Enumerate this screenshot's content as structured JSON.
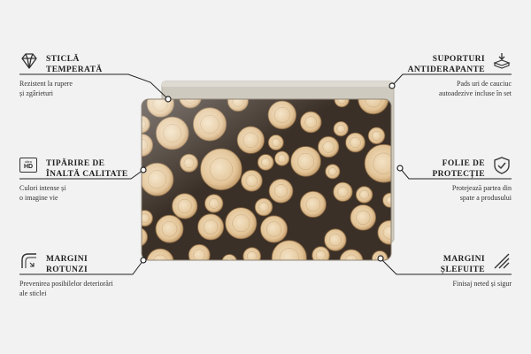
{
  "features": [
    {
      "id": "glass",
      "icon": "diamond-icon",
      "title_lines": [
        "STICLĂ",
        "TEMPERATĂ"
      ],
      "desc_lines": [
        "Rezistent la rupere",
        "și zgârieturi"
      ]
    },
    {
      "id": "print",
      "icon": "ultra-hd-icon",
      "icon_text_small": "ultra",
      "icon_text_big": "HD",
      "title_lines": [
        "TIPĂRIRE DE",
        "ÎNALTĂ CALITATE"
      ],
      "desc_lines": [
        "Culori intense și",
        "o imagine vie"
      ]
    },
    {
      "id": "edges",
      "icon": "rounded-corner-icon",
      "title_lines": [
        "MARGINI",
        "ROTUNZI"
      ],
      "desc_lines": [
        "Prevenirea posibilelor deteriorări",
        "ale sticlei"
      ]
    },
    {
      "id": "feet",
      "icon": "non-slip-feet-icon",
      "title_lines": [
        "SUPORTURI",
        "ANTIDERAPANTE"
      ],
      "desc_lines": [
        "Pads uri de cauciuc",
        "autoadezive incluse în set"
      ]
    },
    {
      "id": "protect",
      "icon": "shield-check-icon",
      "title_lines": [
        "FOLIE DE",
        "PROTECȚIE"
      ],
      "desc_lines": [
        "Protejează partea din",
        "spate a produsului"
      ]
    },
    {
      "id": "ground",
      "icon": "ground-edge-icon",
      "title_lines": [
        "MARGINI",
        "ȘLEFUITE"
      ],
      "desc_lines": [
        "Finisaj neted și sigur"
      ]
    }
  ],
  "colors": {
    "background": "#f2f2f2",
    "line": "#222222",
    "backplate": "#cfcabf",
    "wood_light": "#e8cfa8",
    "wood_dark": "#5a4a3a"
  }
}
